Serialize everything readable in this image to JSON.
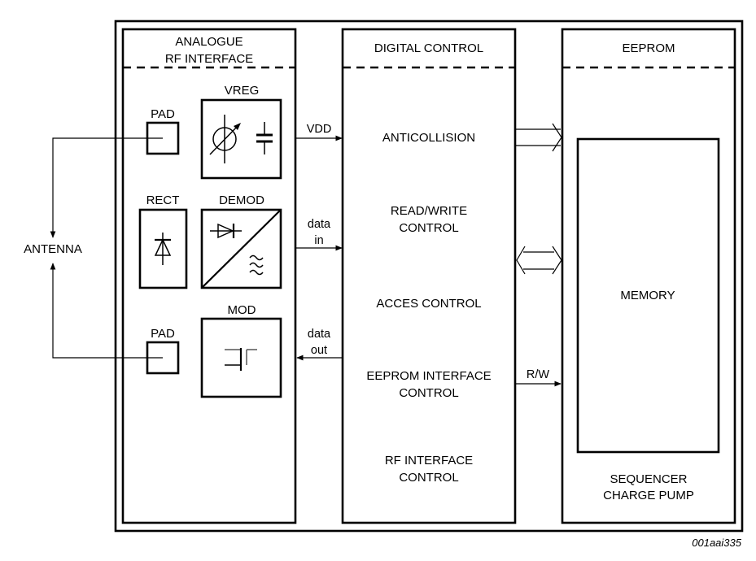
{
  "figure_id": "001aai335",
  "external": {
    "antenna_label": "ANTENNA"
  },
  "blocks": {
    "analogue": {
      "title_line1": "ANALOGUE",
      "title_line2": "RF INTERFACE",
      "pad_top_label": "PAD",
      "pad_bottom_label": "PAD",
      "vreg_label": "VREG",
      "rect_label": "RECT",
      "demod_label": "DEMOD",
      "mod_label": "MOD"
    },
    "digital": {
      "title": "DIGITAL CONTROL",
      "functions": [
        {
          "line1": "ANTICOLLISION",
          "line2": ""
        },
        {
          "line1": "READ/WRITE",
          "line2": "CONTROL"
        },
        {
          "line1": "ACCES CONTROL",
          "line2": ""
        },
        {
          "line1": "EEPROM INTERFACE",
          "line2": "CONTROL"
        },
        {
          "line1": "RF INTERFACE",
          "line2": "CONTROL"
        }
      ]
    },
    "eeprom": {
      "title": "EEPROM",
      "memory_label": "MEMORY",
      "footer_line1": "SEQUENCER",
      "footer_line2": "CHARGE PUMP"
    }
  },
  "signals": {
    "vdd": "VDD",
    "data_in_line1": "data",
    "data_in_line2": "in",
    "data_out_line1": "data",
    "data_out_line2": "out",
    "rw": "R/W"
  },
  "colors": {
    "stroke": "#000000",
    "background": "#ffffff"
  }
}
